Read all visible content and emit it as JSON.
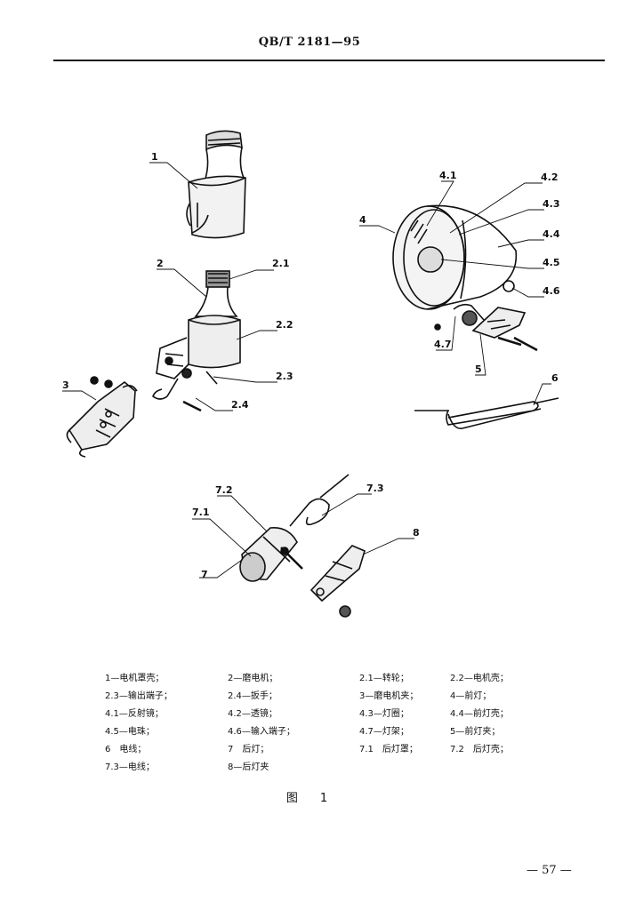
{
  "header": {
    "standard_code": "QB/T 2181—95"
  },
  "figure": {
    "callouts": {
      "c1": "1",
      "c2": "2",
      "c2_1": "2.1",
      "c2_2": "2.2",
      "c2_3": "2.3",
      "c2_4": "2.4",
      "c3": "3",
      "c4": "4",
      "c4_1": "4.1",
      "c4_2": "4.2",
      "c4_3": "4.3",
      "c4_4": "4.4",
      "c4_5": "4.5",
      "c4_6": "4.6",
      "c4_7": "4.7",
      "c5": "5",
      "c6": "6",
      "c7": "7",
      "c7_1": "7.1",
      "c7_2": "7.2",
      "c7_3": "7.3",
      "c8": "8"
    }
  },
  "legend": {
    "items": [
      "1—电机罩壳；",
      "2—磨电机；",
      "2.1—转轮；",
      "2.2—电机壳；",
      "2.3—输出端子；",
      "2.4—扳手；",
      "3—磨电机夹；",
      "4—前灯；",
      "4.1—反射镜；",
      "4.2—透镜；",
      "4.3—灯圈；",
      "4.4—前灯壳；",
      "4.5—电珠；",
      "4.6—输入端子；",
      "4.7—灯架；",
      "5—前灯夹；",
      "6　电线；",
      "7　后灯；",
      "7.1　后灯罩；",
      "7.2　后灯壳；",
      "7.3—电线；",
      "8—后灯夹"
    ]
  },
  "caption": "图　1",
  "page_number": "— 57 —"
}
